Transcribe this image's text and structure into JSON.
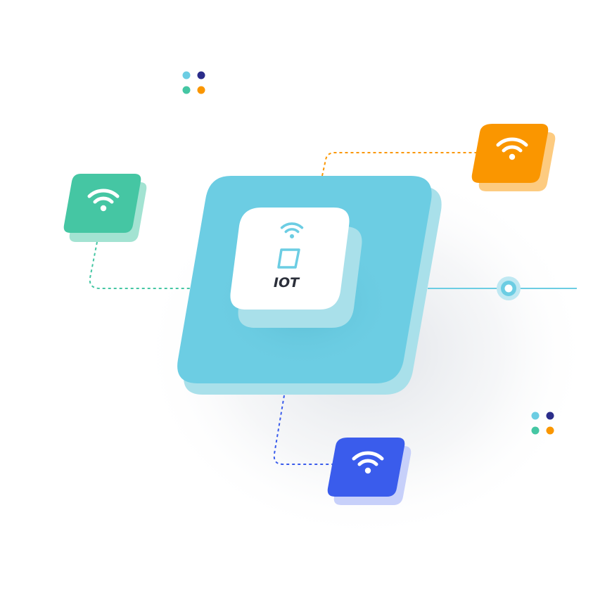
{
  "hub": {
    "label": "IOT",
    "color": "#6ccde3",
    "shadow_color": "#a9e0ea",
    "device_icon": "wifi-icon",
    "chip_icon": "square-outline-icon"
  },
  "nodes": [
    {
      "id": "green",
      "icon": "wifi-icon",
      "color": "#45c6a3",
      "shadow_color": "#a3e3d2"
    },
    {
      "id": "orange",
      "icon": "wifi-icon",
      "color": "#fa9600",
      "shadow_color": "#fdcb80"
    },
    {
      "id": "blue",
      "icon": "wifi-icon",
      "color": "#3a5cec",
      "shadow_color": "#c7d0fa"
    }
  ],
  "accent_dots": [
    "#6ccde3",
    "#2b2d8a",
    "#45c6a3",
    "#fa9600"
  ]
}
